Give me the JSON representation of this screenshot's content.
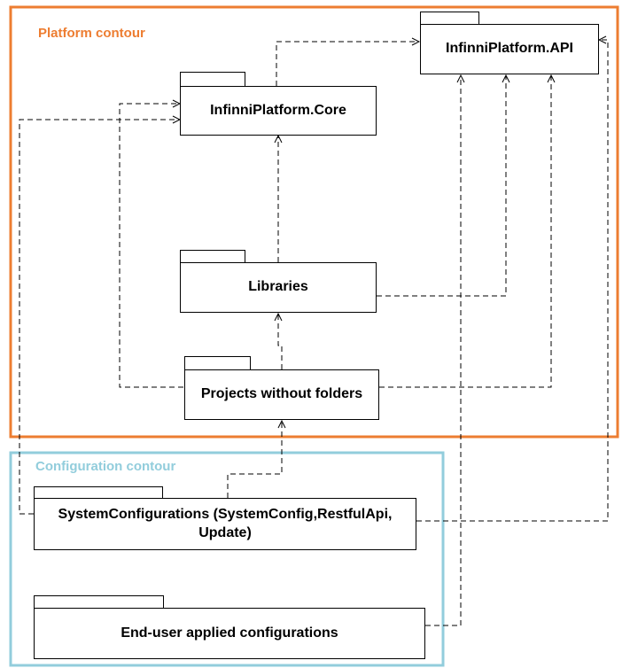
{
  "contours": {
    "platform": {
      "label": "Platform contour",
      "color": "#ED7D31"
    },
    "configuration": {
      "label": "Configuration contour",
      "color": "#92CDDC"
    }
  },
  "packages": {
    "api": "InfinniPlatform.API",
    "core": "InfinniPlatform.Core",
    "libraries": "Libraries",
    "projects": "Projects without folders",
    "system_config_line1": "SystemConfigurations (SystemConfig,RestfulApi,",
    "system_config_line2": "Update)",
    "end_user": "End-user applied configurations"
  }
}
